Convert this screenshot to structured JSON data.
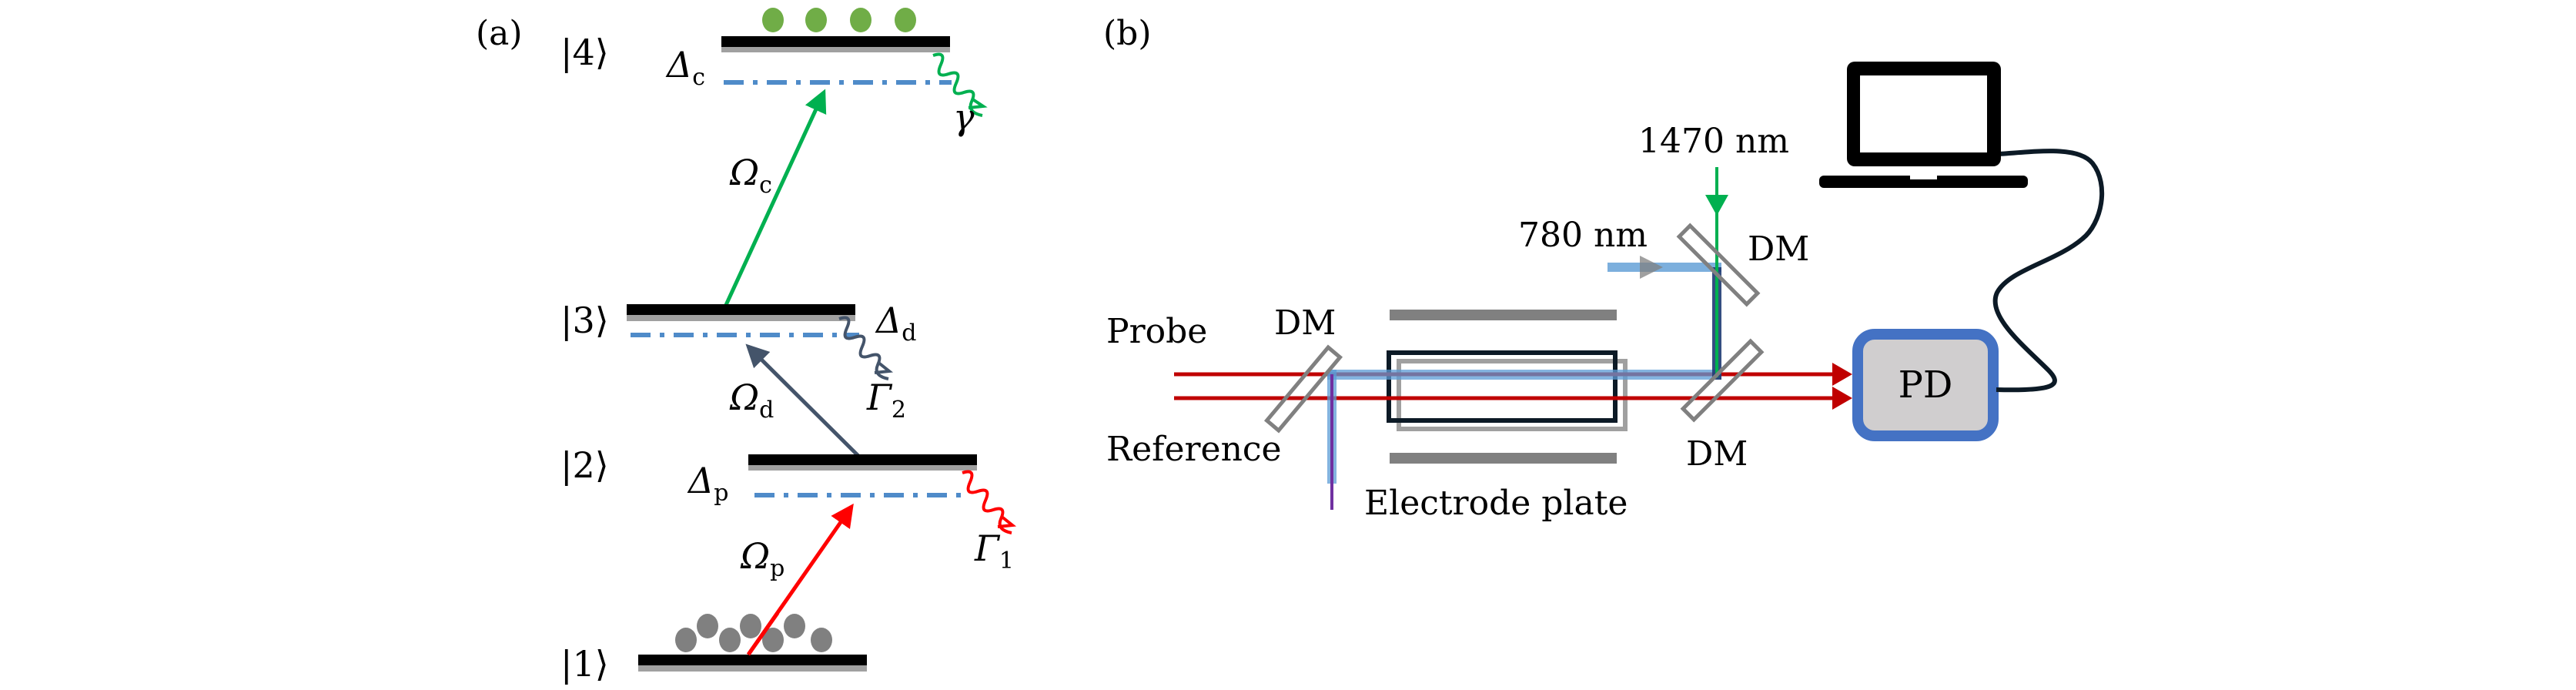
{
  "panel_a": {
    "label": "(a)",
    "levels": [
      {
        "ket": "|4⟩",
        "detuning": {
          "symbol": "Δ",
          "sub": "c"
        },
        "decay": {
          "symbol": "γ",
          "sub": "",
          "color": "#00b050"
        },
        "population": "green-dots"
      },
      {
        "ket": "|3⟩",
        "detuning": {
          "symbol": "Δ",
          "sub": "d"
        },
        "decay": {
          "symbol": "Γ",
          "sub": "2",
          "color": "#44546a"
        }
      },
      {
        "ket": "|2⟩",
        "detuning": {
          "symbol": "Δ",
          "sub": "p"
        },
        "decay": {
          "symbol": "Γ",
          "sub": "1",
          "color": "#ff0000"
        }
      },
      {
        "ket": "|1⟩",
        "population": "gray-dots"
      }
    ],
    "transitions": [
      {
        "symbol": "Ω",
        "sub": "c",
        "from": "|3⟩",
        "to": "|4⟩",
        "color": "#00b050"
      },
      {
        "symbol": "Ω",
        "sub": "d",
        "from": "|2⟩",
        "to": "|3⟩",
        "color": "#44546a"
      },
      {
        "symbol": "Ω",
        "sub": "p",
        "from": "|1⟩",
        "to": "|2⟩",
        "color": "#ff0000"
      }
    ],
    "colors": {
      "level_bar": "#000000",
      "level_shadow": "#a0a0a0",
      "detuning_line": "#4f8bc9",
      "excited_atoms": "#70ad47",
      "ground_atoms": "#808080"
    }
  },
  "panel_b": {
    "label": "(b)",
    "labels": {
      "coupling_laser": "1470 nm",
      "dressing_laser": "780 nm",
      "probe": "Probe",
      "reference": "Reference",
      "dm_left": "DM",
      "dm_top": "DM",
      "dm_bottom": "DM",
      "electrode": "Electrode plate",
      "detector": "PD"
    },
    "icons": [
      "laptop-icon",
      "photodetector-box",
      "cable"
    ],
    "colors": {
      "probe_beam": "#c00000",
      "coupling_beam": "#00b050",
      "dressing_beam": "#5b9bd5",
      "electrode_lead": "#7030a0",
      "mirror": "#808080",
      "cell": "#0c1a26",
      "pd_border": "#4472c4",
      "pd_fill": "#d0cecf",
      "cable": "#0c1a26"
    }
  }
}
